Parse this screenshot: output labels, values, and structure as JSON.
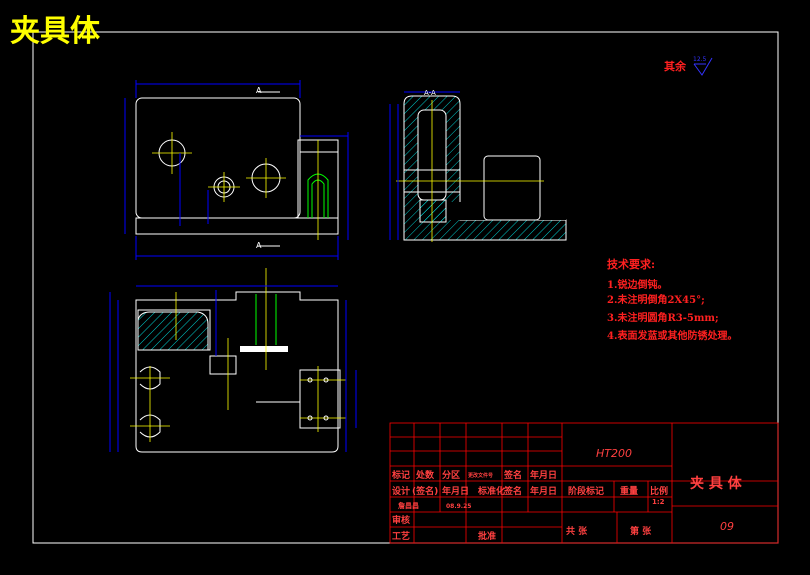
{
  "drawing": {
    "main_title": "夹具体",
    "roughness_note": "其余",
    "roughness_value": "12.5",
    "section_label": "A-A",
    "section_mark_top": "A",
    "section_mark_bottom": "A"
  },
  "tech_requirements": {
    "heading": "技术要求:",
    "items": [
      "1.锐边倒钝。",
      "2.未注明倒角2X45°;",
      "3.未注明圆角R3-5mm;",
      "4.表面发蓝或其他防锈处理。"
    ]
  },
  "title_block": {
    "material": "HT200",
    "part_name": "夹 具 体",
    "drawing_no": "09",
    "row_labels": {
      "mark": "标记",
      "count": "处数",
      "zone": "分区",
      "change_doc": "更改文件号",
      "signature": "签名",
      "date": "年月日",
      "design": "设计",
      "sign_name": "(签名)",
      "date2": "年月日",
      "standard": "标准化",
      "signature2": "签名",
      "date3": "年月日",
      "stage_mark": "阶段标记",
      "weight": "重量",
      "scale": "比例",
      "designer": "詹昌昌",
      "design_date": "08.9.25",
      "review": "审核",
      "process": "工艺",
      "approve": "批准",
      "total_sheets": "共 张",
      "sheet": "第 张",
      "scale_value": "1:2"
    }
  },
  "colors": {
    "background": "#000000",
    "outline": "#ffffff",
    "dimension": "#0000ff",
    "centerline": "#ffff00",
    "hidden": "#00ff00",
    "hatch": "#00ffff",
    "title_block": "#ff0000",
    "title_text": "#ffff00"
  }
}
